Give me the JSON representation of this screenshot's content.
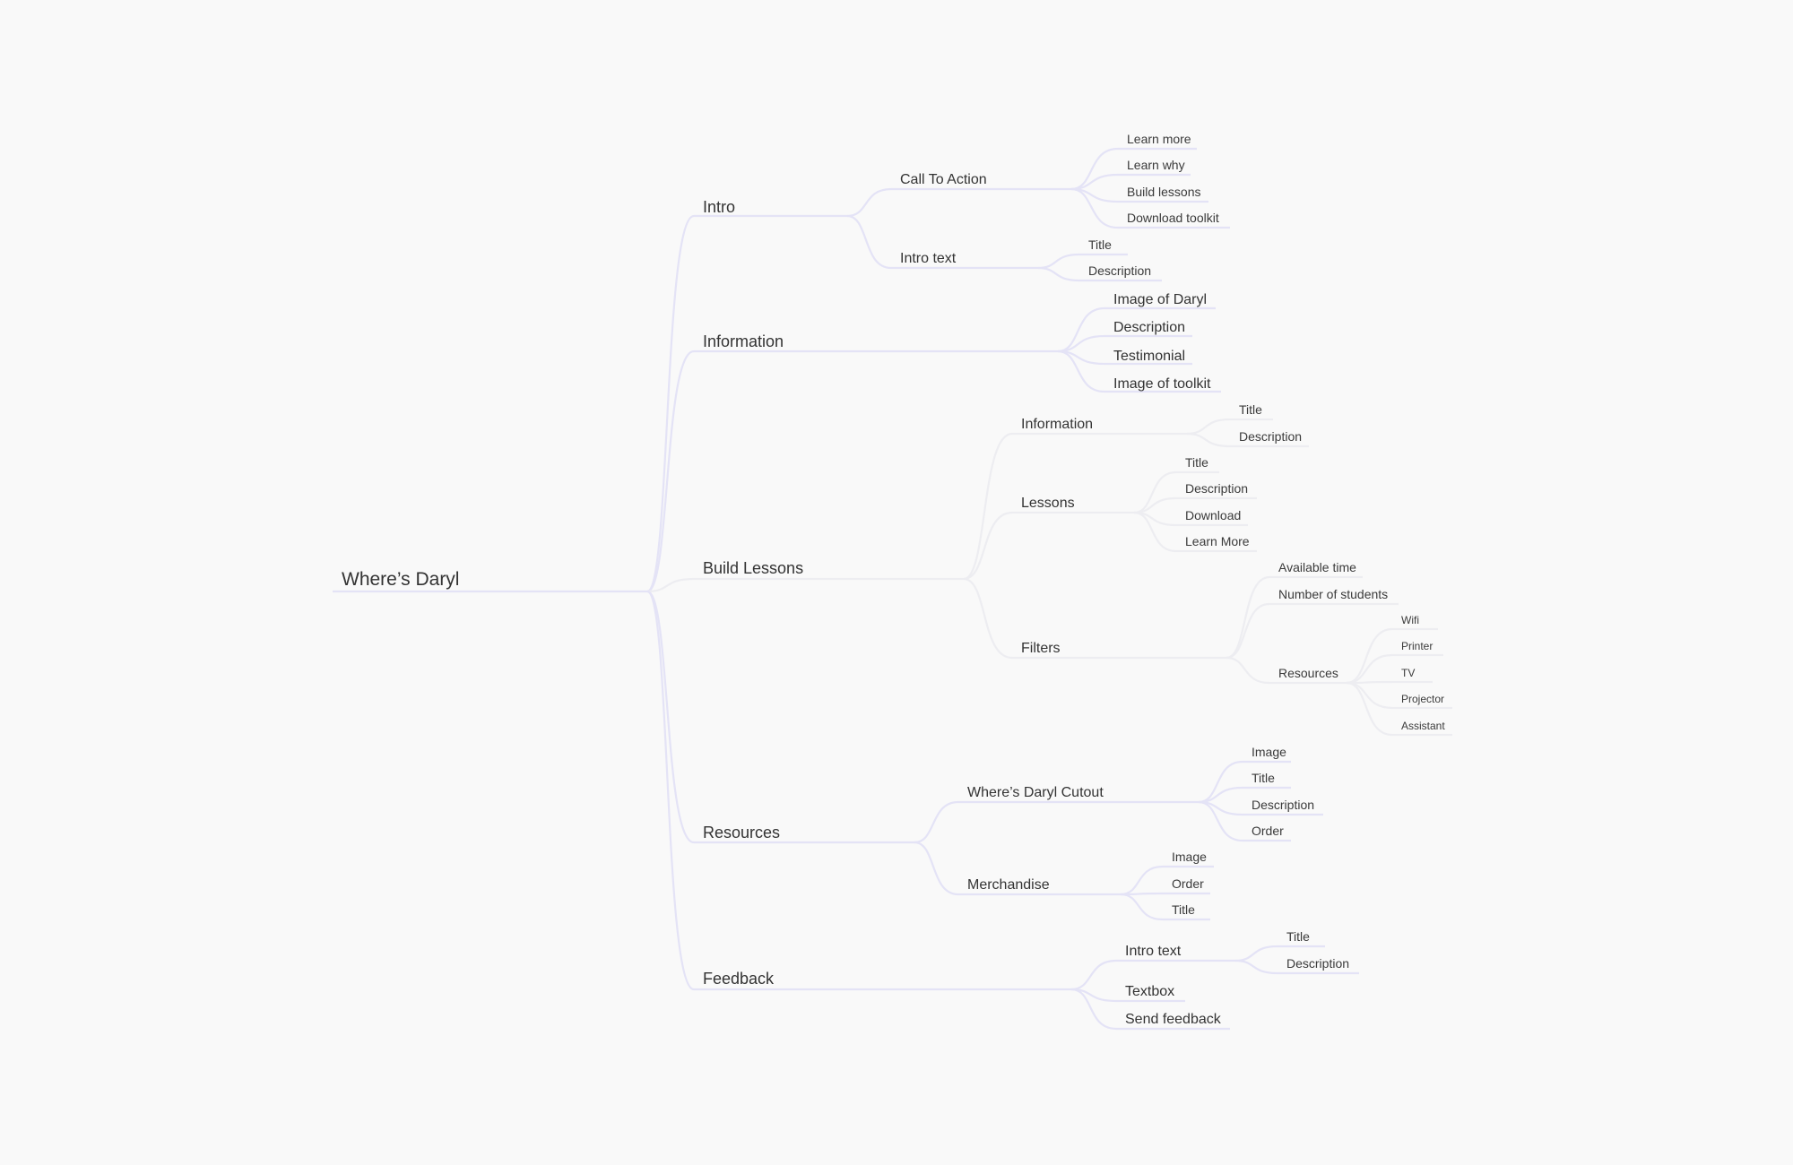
{
  "mindmap": {
    "root": "Where’s Daryl",
    "branches": [
      {
        "label": "Intro",
        "children": [
          {
            "label": "Call To Action",
            "children": [
              "Learn more",
              "Learn why",
              "Build lessons",
              "Download toolkit"
            ]
          },
          {
            "label": "Intro text",
            "children": [
              "Title",
              "Description"
            ]
          }
        ]
      },
      {
        "label": "Information",
        "children": [
          "Image of Daryl",
          "Description",
          "Testimonial",
          "Image of toolkit"
        ]
      },
      {
        "label": "Build Lessons",
        "children": [
          {
            "label": "Information",
            "children": [
              "Title",
              "Description"
            ]
          },
          {
            "label": "Lessons",
            "children": [
              "Title",
              "Description",
              "Download",
              "Learn More"
            ]
          },
          {
            "label": "Filters",
            "children": [
              "Available time",
              "Number of students",
              {
                "label": "Resources",
                "children": [
                  "Wifi",
                  "Printer",
                  "TV",
                  "Projector",
                  "Assistant"
                ]
              }
            ]
          }
        ]
      },
      {
        "label": "Resources",
        "children": [
          {
            "label": "Where’s Daryl Cutout",
            "children": [
              "Image",
              "Title",
              "Description",
              "Order"
            ]
          },
          {
            "label": "Merchandise",
            "children": [
              "Image",
              "Order",
              "Title"
            ]
          }
        ]
      },
      {
        "label": "Feedback",
        "children": [
          {
            "label": "Intro text",
            "children": [
              "Title",
              "Description"
            ]
          },
          "Textbox",
          "Send feedback"
        ]
      }
    ]
  },
  "colors": {
    "background": "#f9f9f9",
    "edge": "#e4e3f6",
    "edge_muted": "#ededf1",
    "text": "#333333"
  }
}
